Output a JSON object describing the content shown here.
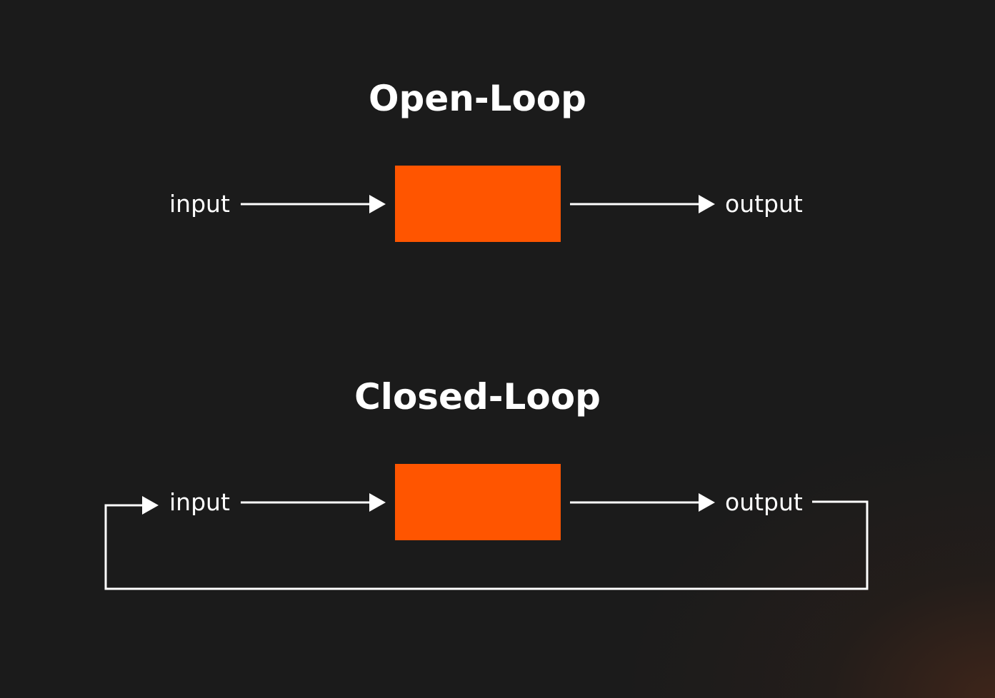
{
  "colors": {
    "background": "#1b1b1b",
    "block": "#ff5500",
    "line": "#ffffff"
  },
  "open_loop": {
    "title": "Open-Loop",
    "input_label": "input",
    "output_label": "output"
  },
  "closed_loop": {
    "title": "Closed-Loop",
    "input_label": "input",
    "output_label": "output"
  }
}
